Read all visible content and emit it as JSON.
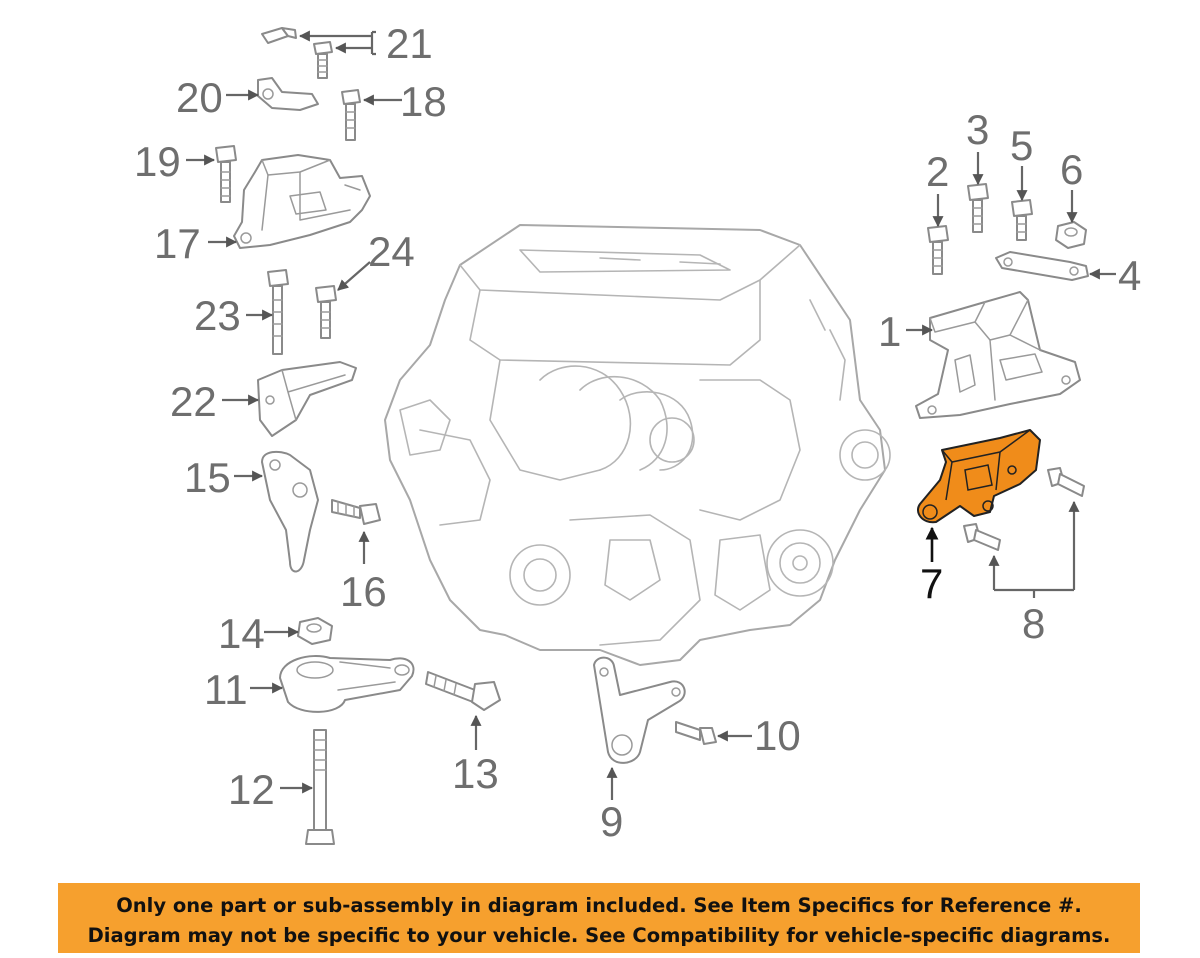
{
  "callouts": [
    "1",
    "2",
    "3",
    "4",
    "5",
    "6",
    "7",
    "8",
    "9",
    "10",
    "11",
    "12",
    "13",
    "14",
    "15",
    "16",
    "17",
    "18",
    "19",
    "20",
    "21",
    "22",
    "23",
    "24"
  ],
  "highlighted_part": "7",
  "disclaimer": {
    "line1": "Only one part or sub-assembly in diagram included. See Item Specifics for Reference #.",
    "line2": "Diagram may not be specific to your vehicle. See Compatibility for vehicle-specific diagrams."
  },
  "colors": {
    "highlight": "#f08c1a",
    "banner": "#f6a02e",
    "line_art": "#8a8a8a"
  }
}
